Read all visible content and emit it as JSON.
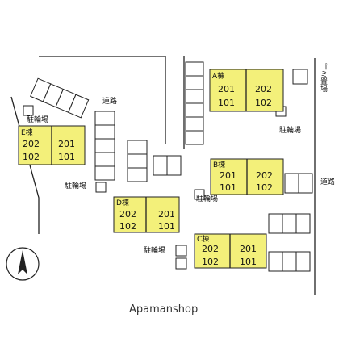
{
  "roads": {
    "west": "道路",
    "east": "道路"
  },
  "garbage": "ゴミ置場",
  "bike": "駐輪場",
  "buildings": {
    "A": {
      "label": "A棟",
      "rooms": [
        "201",
        "101",
        "202",
        "102"
      ]
    },
    "B": {
      "label": "B棟",
      "rooms": [
        "201",
        "101",
        "202",
        "102"
      ]
    },
    "C": {
      "label": "C棟",
      "rooms": [
        "202",
        "102",
        "201",
        "101"
      ]
    },
    "D": {
      "label": "D棟",
      "rooms": [
        "202",
        "102",
        "201",
        "101"
      ]
    },
    "E": {
      "label": "E棟",
      "rooms": [
        "202",
        "102",
        "201",
        "101"
      ]
    }
  },
  "north_icon": "north-arrow-icon",
  "credit": "Apamanshop"
}
